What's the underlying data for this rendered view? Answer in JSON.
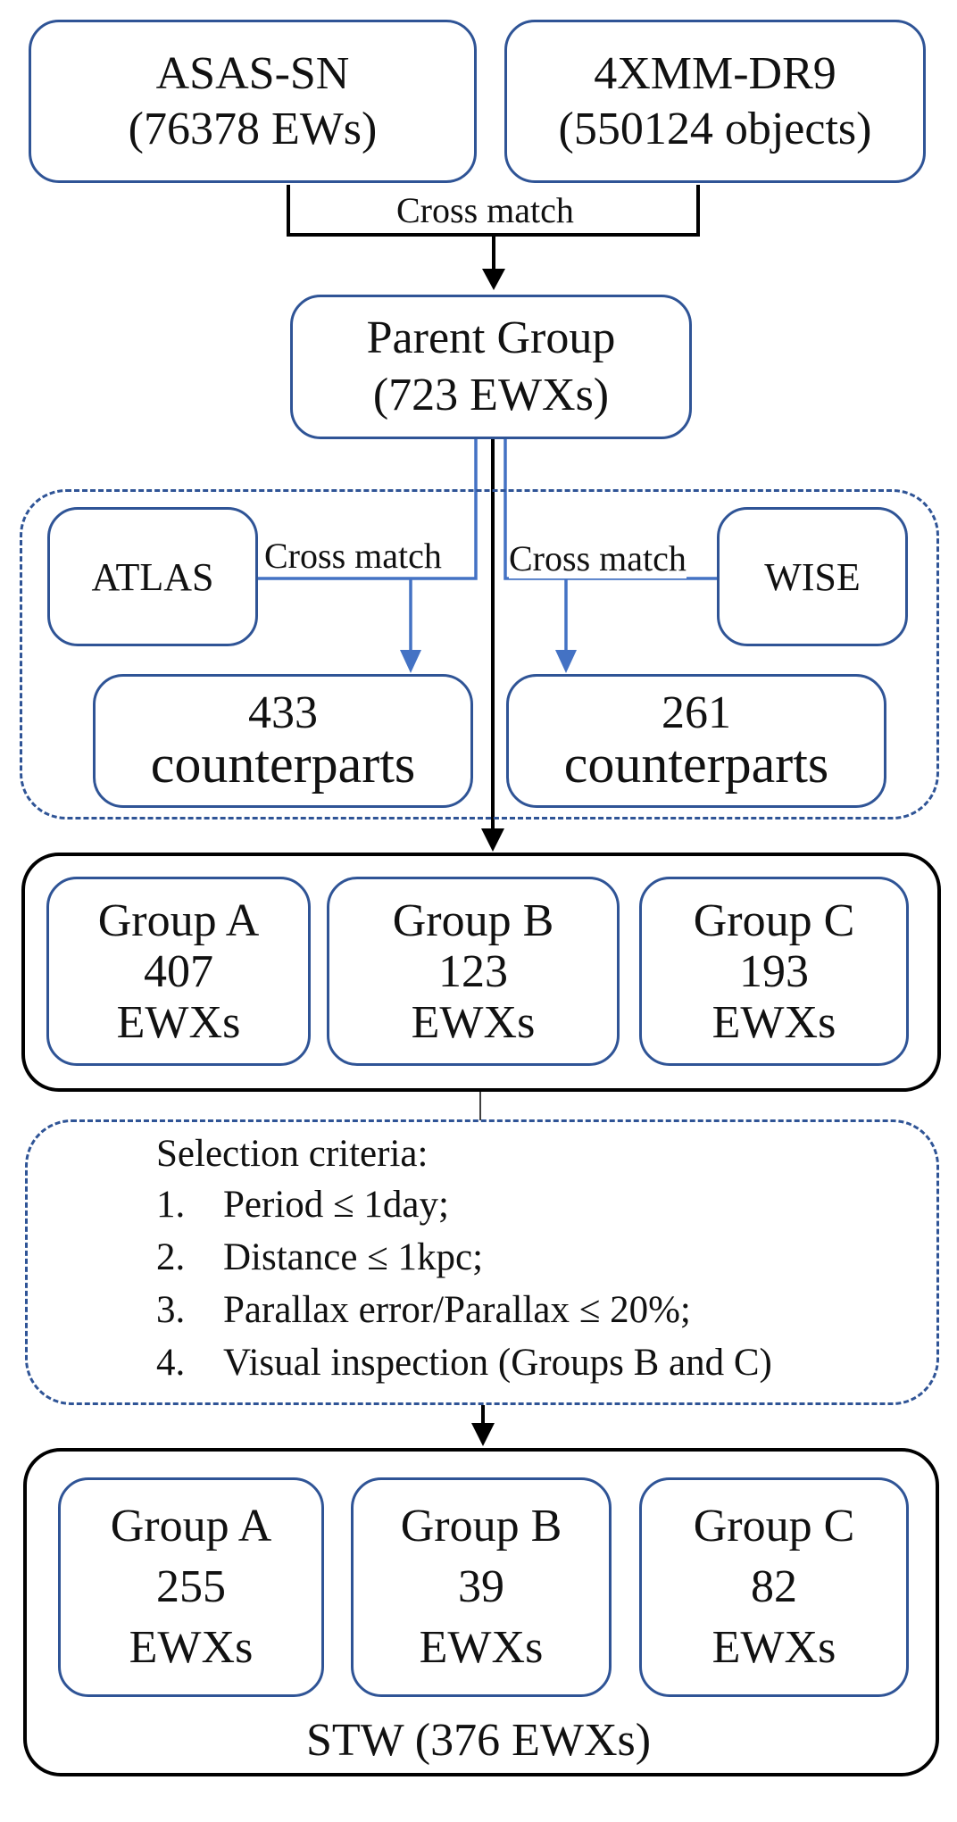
{
  "sources": {
    "asassn": {
      "name": "ASAS-SN",
      "count": "(76378 EWs)"
    },
    "xmm": {
      "name": "4XMM-DR9",
      "count": "(550124 objects)"
    }
  },
  "cross_match_label": "Cross match",
  "parent": {
    "name": "Parent Group",
    "count": "(723 EWXs)"
  },
  "atlas": {
    "name": "ATLAS",
    "cross_label": "Cross match",
    "result_num": "433",
    "result_word": "counterparts"
  },
  "wise": {
    "name": "WISE",
    "cross_label": "Cross match",
    "result_num": "261",
    "result_word": "counterparts"
  },
  "groups_initial": [
    {
      "name": "Group A",
      "count": "407",
      "unit": "EWXs"
    },
    {
      "name": "Group B",
      "count": "123",
      "unit": "EWXs"
    },
    {
      "name": "Group C",
      "count": "193",
      "unit": "EWXs"
    }
  ],
  "criteria": {
    "title": "Selection criteria:",
    "items": [
      {
        "num": "1.",
        "text": "Period ≤ 1day;"
      },
      {
        "num": "2.",
        "text": "Distance ≤ 1kpc;"
      },
      {
        "num": "3.",
        "text": "Parallax error/Parallax ≤ 20%;"
      },
      {
        "num": "4.",
        "text": "Visual inspection (Groups B and C)"
      }
    ]
  },
  "groups_final": [
    {
      "name": "Group A",
      "count": "255",
      "unit": "EWXs"
    },
    {
      "name": "Group B",
      "count": "39",
      "unit": "EWXs"
    },
    {
      "name": "Group C",
      "count": "82",
      "unit": "EWXs"
    }
  ],
  "stw_label": "STW (376 EWXs)",
  "colors": {
    "box_border": "#2f5496",
    "arrow_blue": "#4472c4",
    "black": "#000000"
  }
}
